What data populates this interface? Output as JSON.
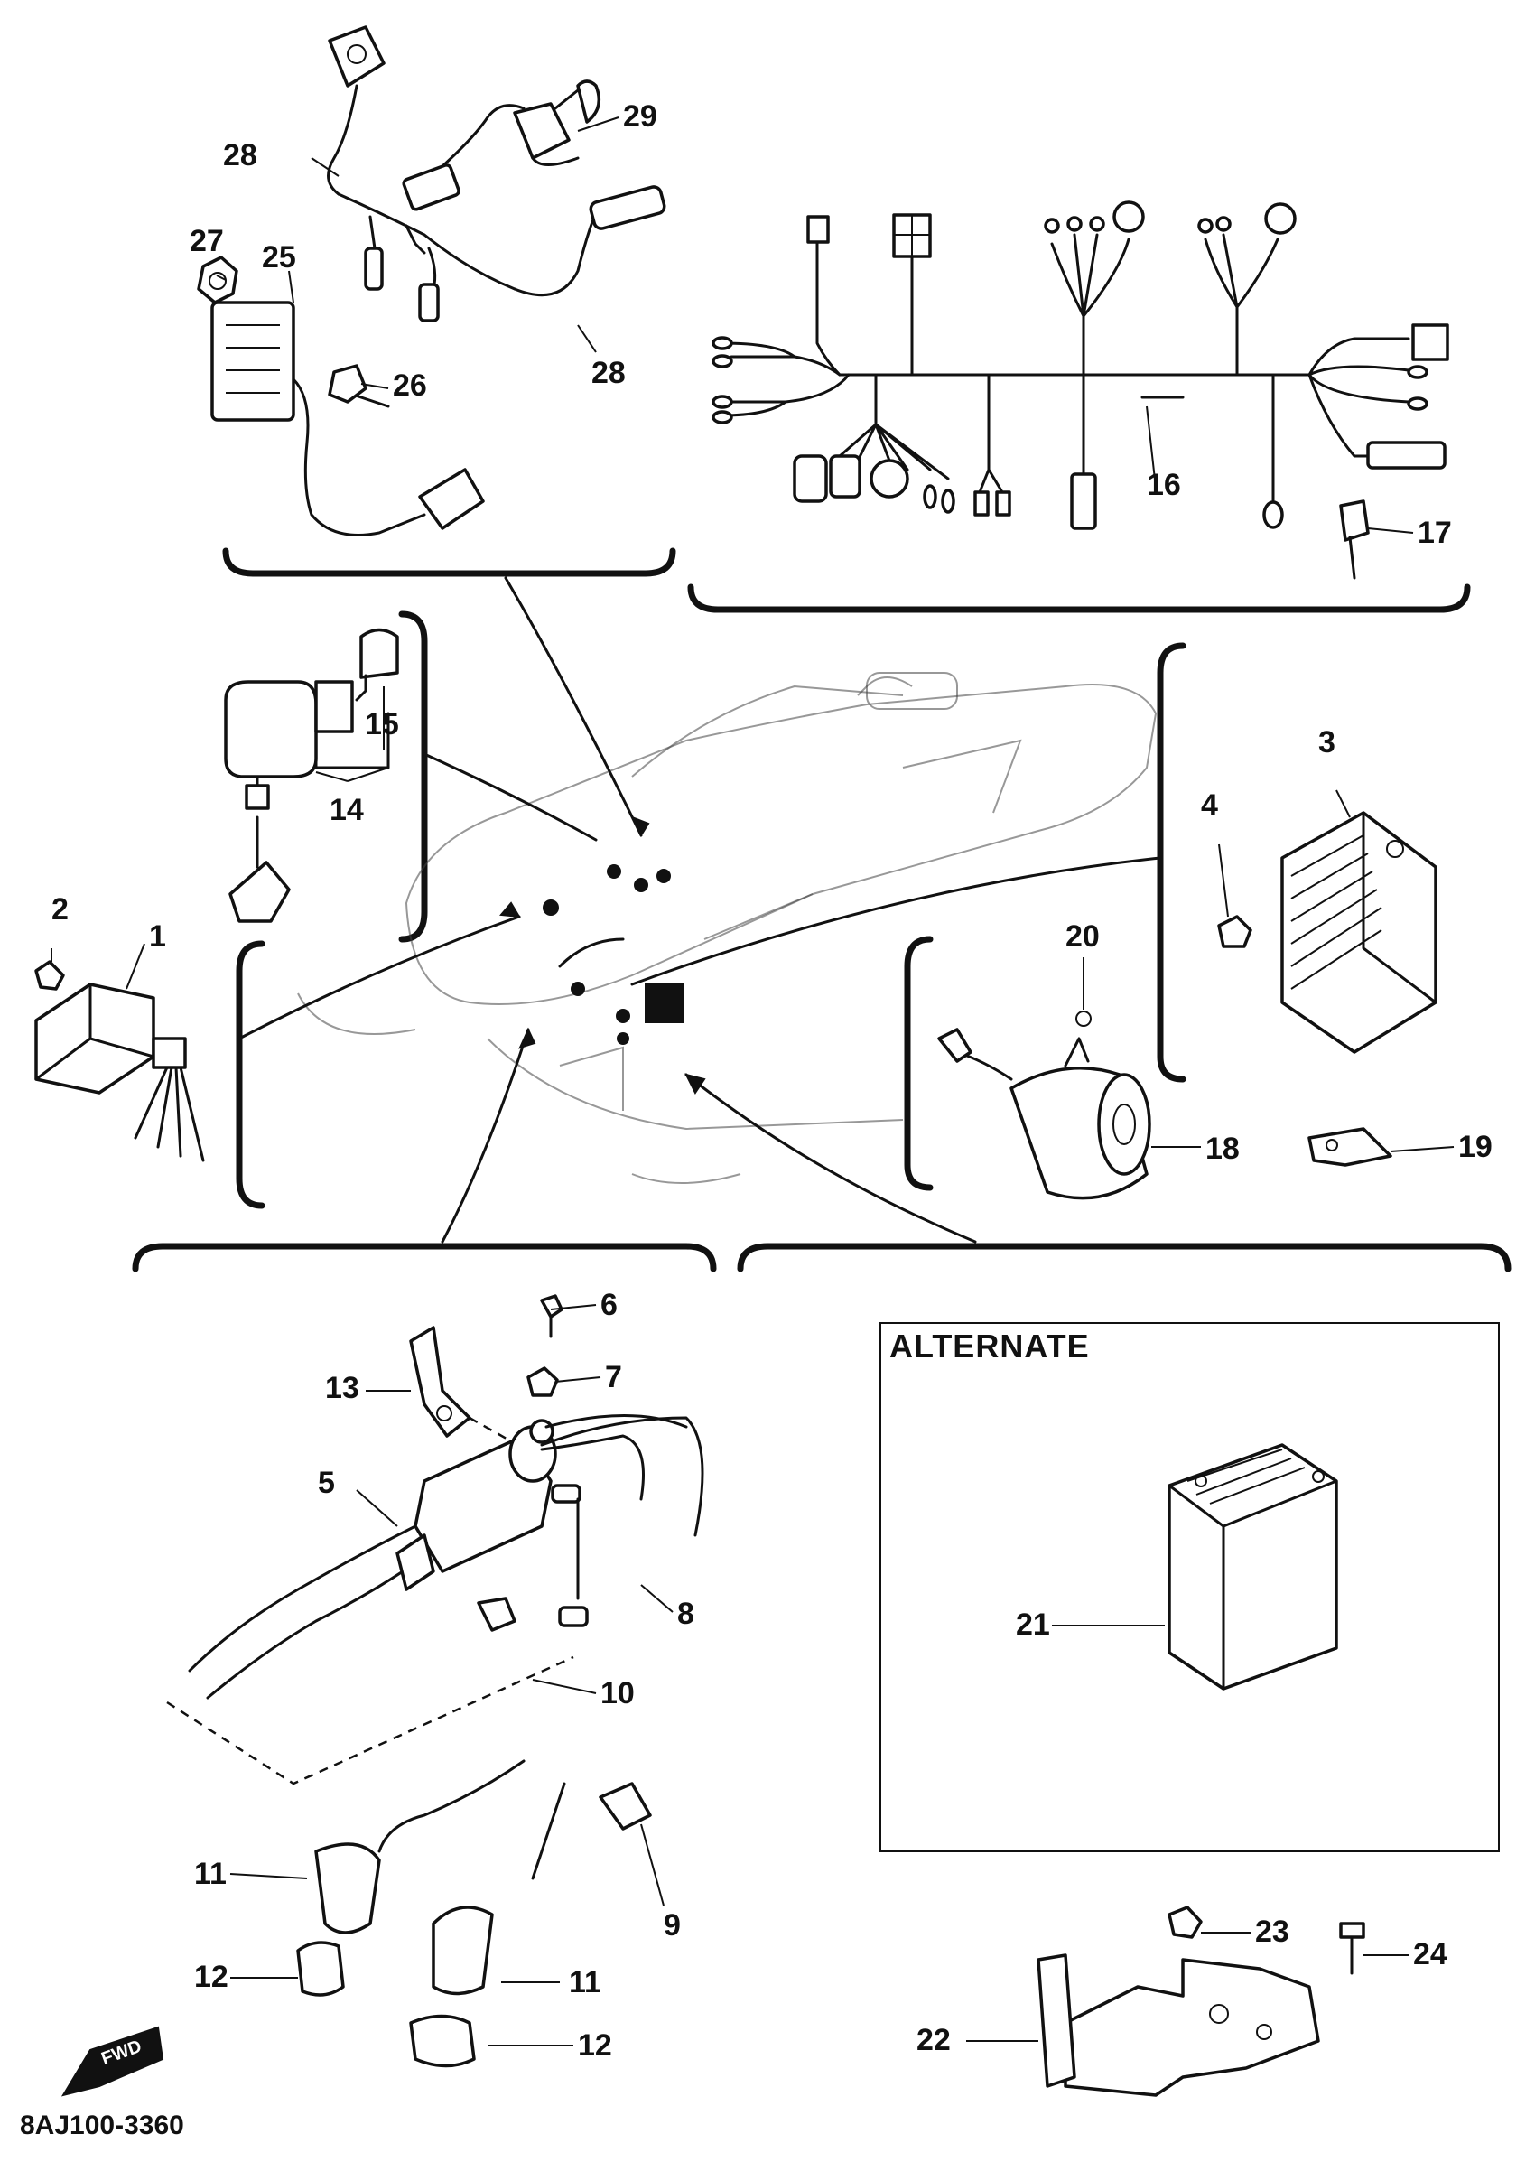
{
  "diagram": {
    "box_heading": "ALTERNATE",
    "reference_code": "8AJ100-3360",
    "direction_badge": "FWD",
    "callouts": [
      "1",
      "2",
      "3",
      "4",
      "5",
      "6",
      "7",
      "8",
      "9",
      "10",
      "11",
      "11",
      "12",
      "12",
      "13",
      "14",
      "15",
      "16",
      "17",
      "18",
      "19",
      "20",
      "21",
      "22",
      "23",
      "24",
      "25",
      "26",
      "27",
      "28",
      "28",
      "29"
    ],
    "colors": {
      "ink": "#111111",
      "paper": "#ffffff"
    }
  }
}
